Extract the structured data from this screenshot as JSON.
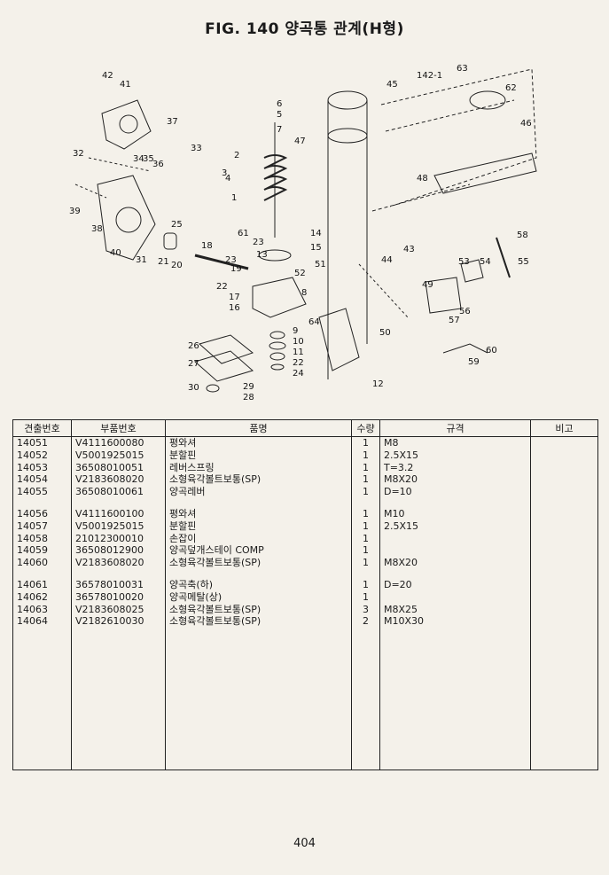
{
  "title": "FIG. 140 양곡통 관계(H형)",
  "callouts": [
    "42",
    "41",
    "37",
    "33",
    "34",
    "35",
    "36",
    "32",
    "39",
    "38",
    "40",
    "31",
    "25",
    "21",
    "20",
    "18",
    "23",
    "19",
    "22",
    "6",
    "5",
    "7",
    "47",
    "3",
    "4",
    "1",
    "2",
    "61",
    "23",
    "14",
    "15",
    "13",
    "51",
    "52",
    "64",
    "8",
    "17",
    "16",
    "9",
    "10",
    "11",
    "22",
    "24",
    "26",
    "27",
    "30",
    "29",
    "28",
    "45",
    "142-1",
    "63",
    "62",
    "46",
    "48",
    "43",
    "44",
    "58",
    "53",
    "54",
    "55",
    "49",
    "56",
    "57",
    "50",
    "60",
    "59",
    "12"
  ],
  "table": {
    "headers": [
      "견출번호",
      "부품번호",
      "품명",
      "수량",
      "규격",
      "비고"
    ],
    "groups": [
      [
        {
          "no": "14051",
          "part": "V4111600080",
          "name": "평와셔",
          "qty": "1",
          "spec": "M8",
          "note": ""
        },
        {
          "no": "14052",
          "part": "V5001925015",
          "name": "분할핀",
          "qty": "1",
          "spec": "2.5X15",
          "note": ""
        },
        {
          "no": "14053",
          "part": "36508010051",
          "name": "레버스프링",
          "qty": "1",
          "spec": "T=3.2",
          "note": ""
        },
        {
          "no": "14054",
          "part": "V2183608020",
          "name": "소형육각볼트보통(SP)",
          "qty": "1",
          "spec": "M8X20",
          "note": ""
        },
        {
          "no": "14055",
          "part": "36508010061",
          "name": "양곡레버",
          "qty": "1",
          "spec": "D=10",
          "note": ""
        }
      ],
      [
        {
          "no": "14056",
          "part": "V4111600100",
          "name": "평와셔",
          "qty": "1",
          "spec": "M10",
          "note": ""
        },
        {
          "no": "14057",
          "part": "V5001925015",
          "name": "분할핀",
          "qty": "1",
          "spec": "2.5X15",
          "note": ""
        },
        {
          "no": "14058",
          "part": "21012300010",
          "name": "손잡이",
          "qty": "1",
          "spec": "",
          "note": ""
        },
        {
          "no": "14059",
          "part": "36508012900",
          "name": "양곡덮개스테이 COMP",
          "qty": "1",
          "spec": "",
          "note": ""
        },
        {
          "no": "14060",
          "part": "V2183608020",
          "name": "소형육각볼트보통(SP)",
          "qty": "1",
          "spec": "M8X20",
          "note": ""
        }
      ],
      [
        {
          "no": "14061",
          "part": "36578010031",
          "name": "양곡축(하)",
          "qty": "1",
          "spec": "D=20",
          "note": ""
        },
        {
          "no": "14062",
          "part": "36578010020",
          "name": "양곡메탈(상)",
          "qty": "1",
          "spec": "",
          "note": ""
        },
        {
          "no": "14063",
          "part": "V2183608025",
          "name": "소형육각볼트보통(SP)",
          "qty": "3",
          "spec": "M8X25",
          "note": ""
        },
        {
          "no": "14064",
          "part": "V2182610030",
          "name": "소형육각볼트보통(SP)",
          "qty": "2",
          "spec": "M10X30",
          "note": ""
        }
      ]
    ]
  },
  "page_number": "404"
}
